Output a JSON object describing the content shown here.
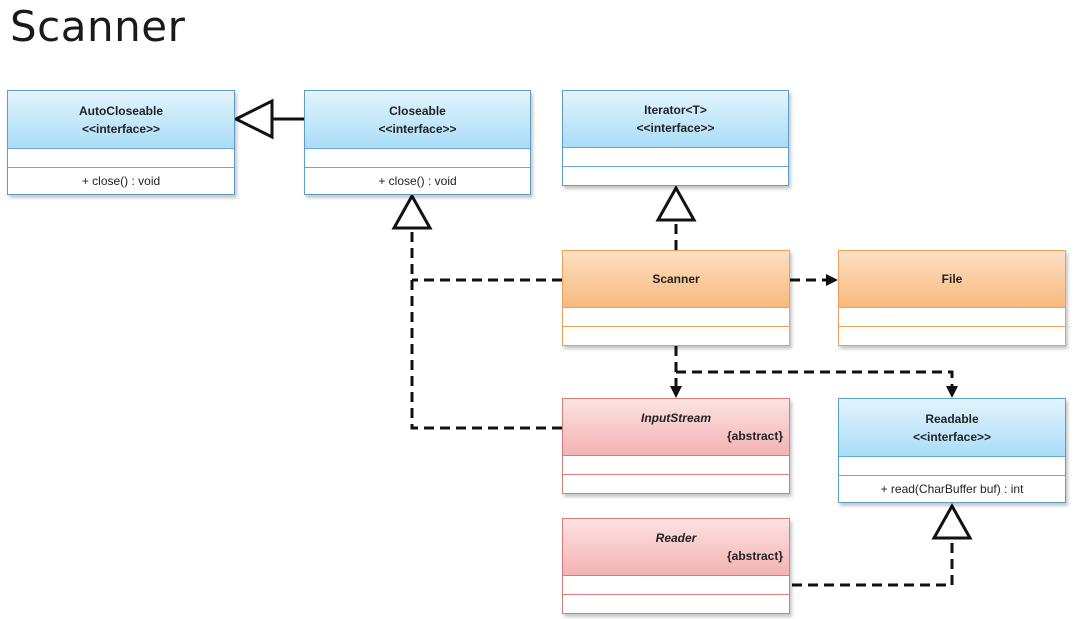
{
  "title": "Scanner",
  "classes": {
    "autocloseable": {
      "name": "AutoCloseable",
      "stereotype": "<<interface>>",
      "operation": "+ close() : void"
    },
    "closeable": {
      "name": "Closeable",
      "stereotype": "<<interface>>",
      "operation": "+ close() : void"
    },
    "iterator": {
      "name": "Iterator<T>",
      "stereotype": "<<interface>>"
    },
    "scanner": {
      "name": "Scanner"
    },
    "file": {
      "name": "File"
    },
    "inputstream": {
      "name": "InputStream",
      "modifier": "{abstract}"
    },
    "readable": {
      "name": "Readable",
      "stereotype": "<<interface>>",
      "operation": "+ read(CharBuffer buf) : int"
    },
    "reader": {
      "name": "Reader",
      "modifier": "{abstract}"
    }
  },
  "colors": {
    "interface": "#a9ddf7",
    "concrete": "#f8b97d",
    "abstract": "#f3b3b3",
    "line": "#111111"
  }
}
